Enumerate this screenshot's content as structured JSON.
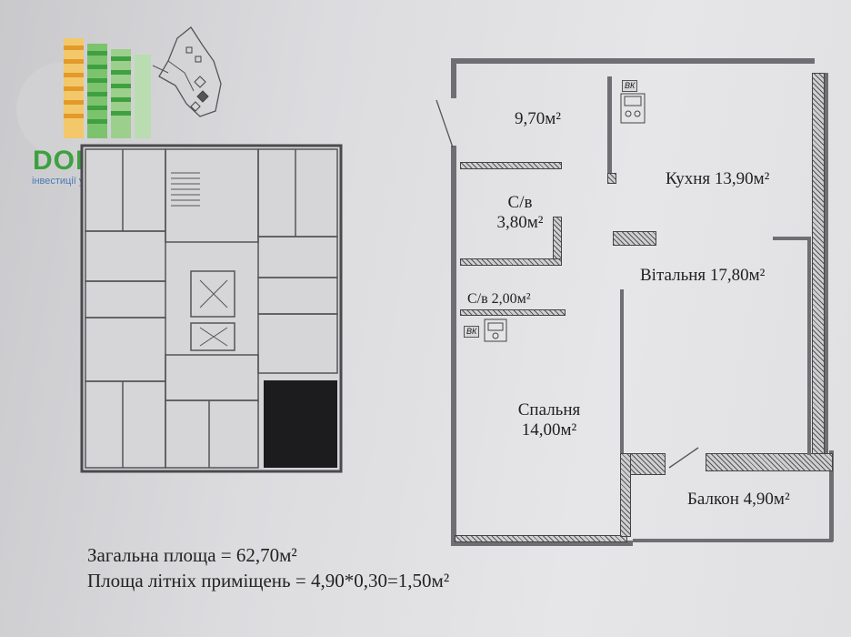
{
  "logo": {
    "name": "DOMUS",
    "tagline": "інвестиції у життєві цінності",
    "colors": {
      "green": "#3fa03f",
      "orange": "#f0a830",
      "blue": "#4a7ab5"
    }
  },
  "rooms": {
    "corridor": "9,70м²",
    "bath_large_name": "С/в",
    "bath_large_area": "3,80м²",
    "bath_small": "С/в 2,00м²",
    "kitchen": "Кухня 13,90м²",
    "living": "Вітальня 17,80м²",
    "bedroom_name": "Спальня",
    "bedroom_area": "14,00м²",
    "balcony": "Балкон 4,90м²"
  },
  "tags": {
    "vk_top": "ВК",
    "vk_bath": "ВК"
  },
  "footer": {
    "total_area": "Загальна площа = 62,70м²",
    "summer_area": "Площа літніх приміщень = 4,90*0,30=1,50м²"
  }
}
